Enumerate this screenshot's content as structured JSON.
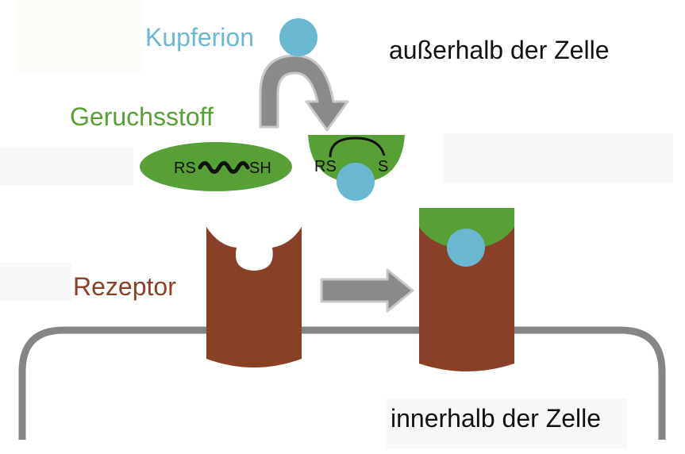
{
  "labels": {
    "copper_ion": "Kupferion",
    "outside_cell": "außerhalb der Zelle",
    "odorant": "Geruchsstoff",
    "receptor": "Rezeptor",
    "inside_cell": "innerhalb der Zelle"
  },
  "odorant_free": {
    "left_group": "RS",
    "right_group": "SH"
  },
  "odorant_bound": {
    "left_group": "RS",
    "right_group": "S"
  },
  "colors": {
    "copper_ion": "#6ab8d2",
    "odorant": "#56a036",
    "receptor": "#8a3f28",
    "membrane": "#858585",
    "arrow": "#8a8a8a",
    "arrow_outline": "#c4c4c4",
    "text": "#111111",
    "background_panel": "#f8f8f8"
  }
}
